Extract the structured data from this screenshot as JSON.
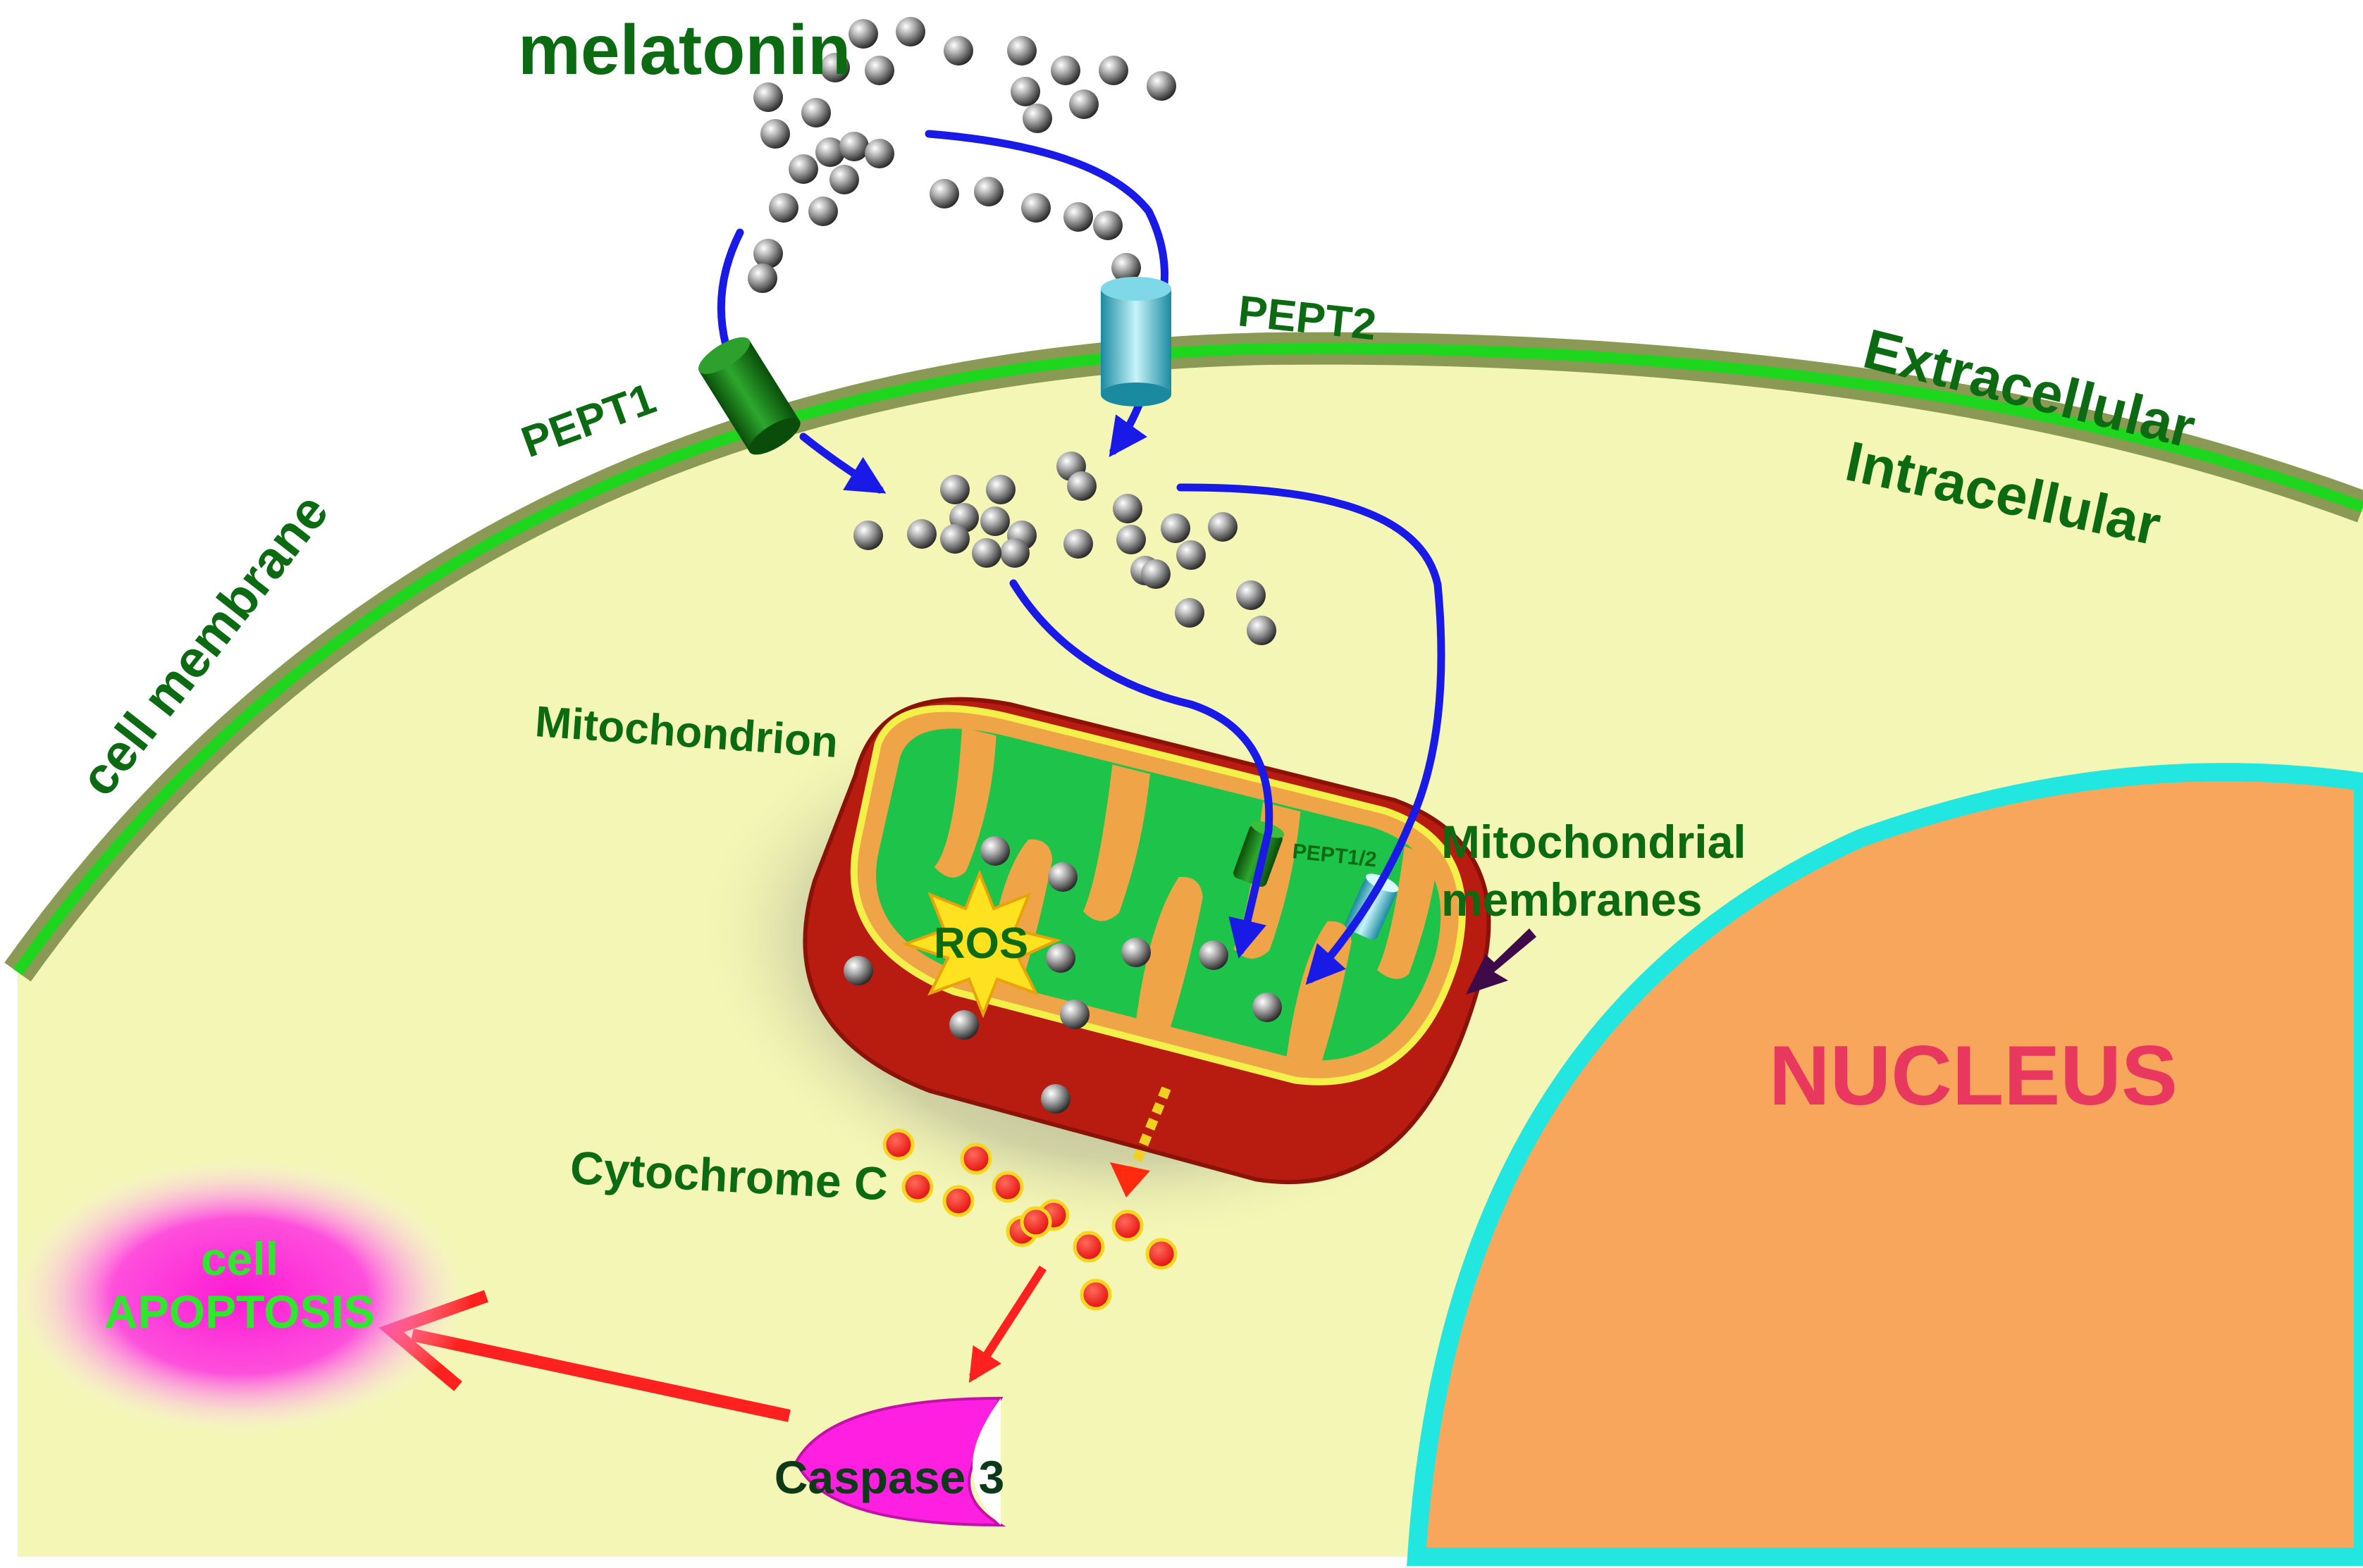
{
  "labels": {
    "melatonin": "melatonin",
    "pept1": "PEPT1",
    "pept2": "PEPT2",
    "extracellular": "Extracellular",
    "intracellular": "Intracellular",
    "cell_membrane": "cell membrane",
    "mitochondrion": "Mitochondrion",
    "pept12": "PEPT1/2",
    "mito_membranes_line1": "Mitochondrial",
    "mito_membranes_line2": "membranes",
    "ros": "ROS",
    "cytochrome": "Cytochrome C",
    "nucleus": "NUCLEUS",
    "apoptosis_line1": "cell",
    "apoptosis_line2": "APOPTOSIS",
    "caspase": "Caspase 3"
  },
  "colors": {
    "cytoplasm": "#f3f6b4",
    "membrane_outer": "#8a9a55",
    "membrane_inner": "#1ed61e",
    "label_green": "#0c6b12",
    "transport_arrow": "#1a1ae6",
    "apoptosis_arrow": "#ff2020",
    "nucleus_fill": "#f8a65c",
    "nucleus_border": "#22e6e0",
    "nucleus_text": "#e8385e",
    "cytochrome_dot": "#f01414",
    "caspase_fill": "#ff1fe0",
    "mitochondria_outer": "#b81c10",
    "mitochondria_matrix": "#1ec34a",
    "cristae": "#f0a448",
    "apoptosis_glow": "#ff1fd8",
    "ros_star": "#ffe21f"
  }
}
